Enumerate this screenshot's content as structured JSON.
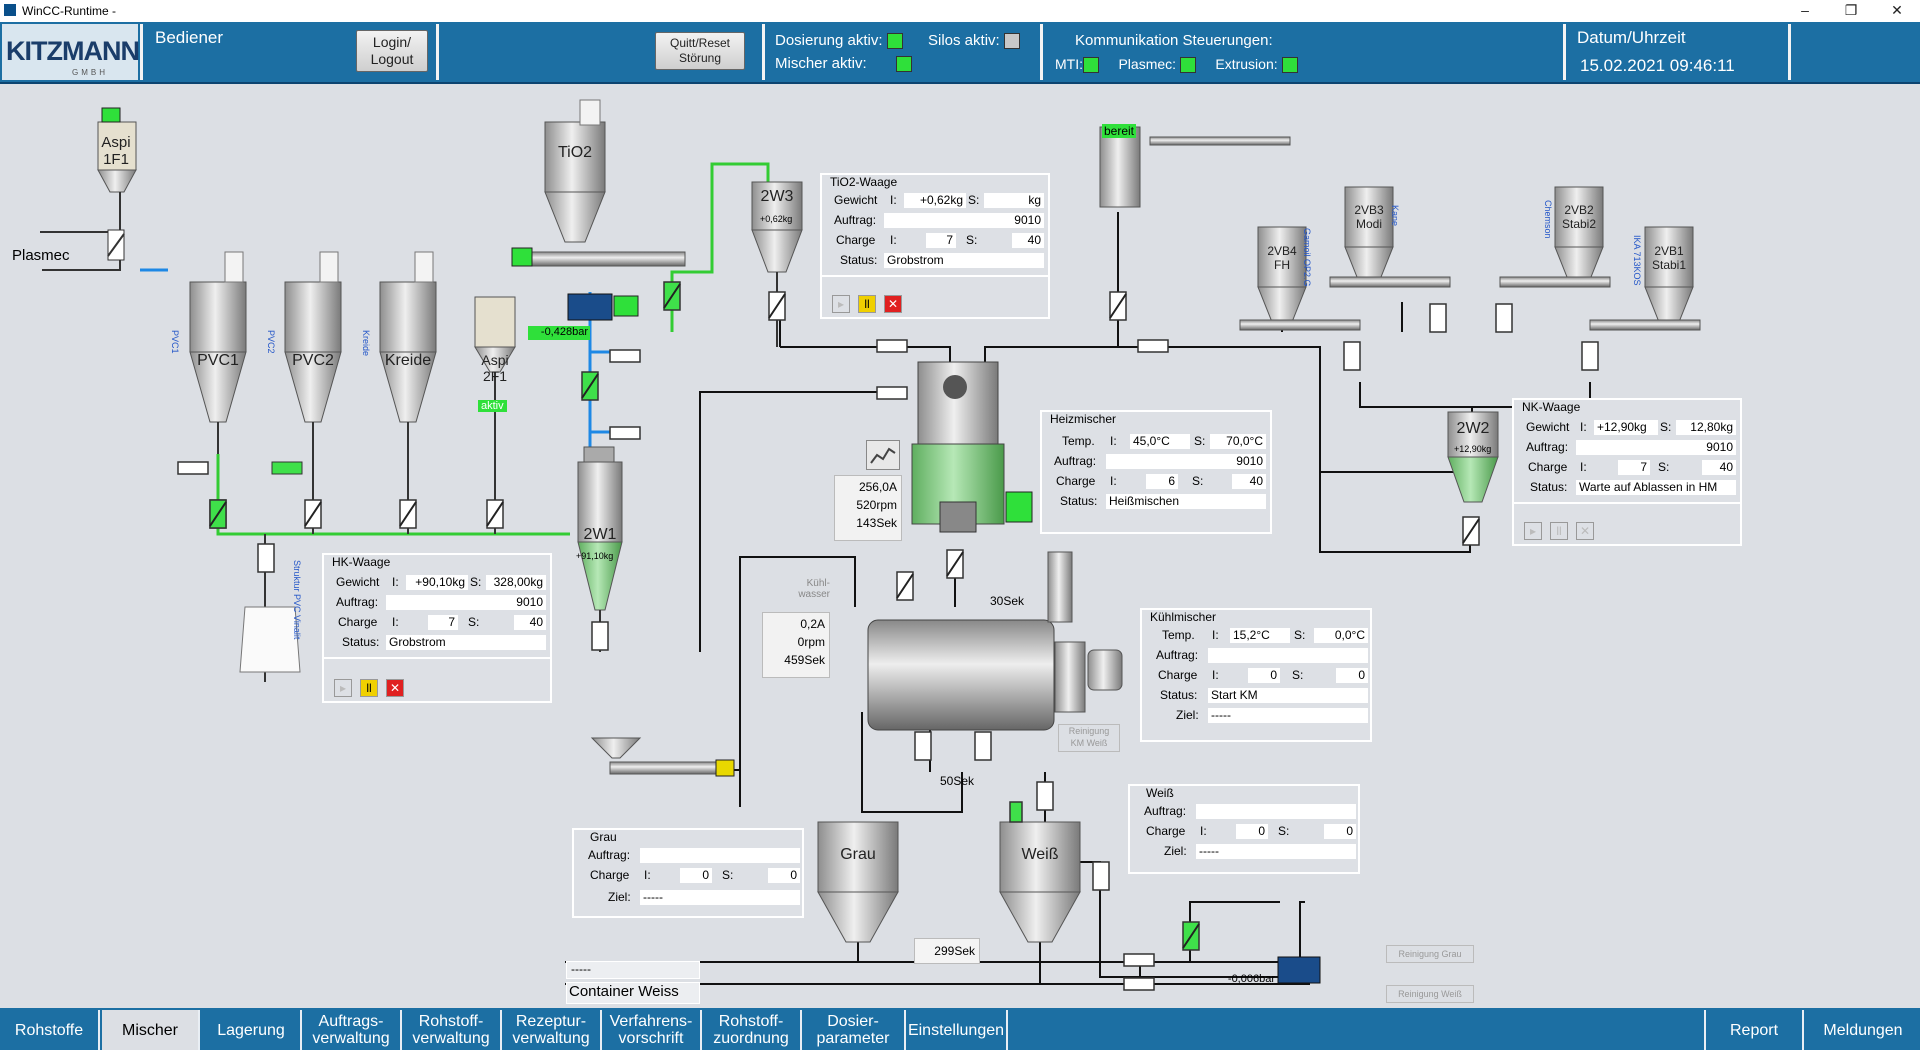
{
  "window": {
    "title": "WinCC-Runtime -",
    "min": "–",
    "restore": "❐",
    "close": "✕"
  },
  "header": {
    "logo": "KITZMANN",
    "logo_sub": "GMBH",
    "user": "Bediener",
    "login_button": "Login/\nLogout",
    "quitt_button": "Quitt/Reset\nStörung",
    "dosierung_label": "Dosierung aktiv:",
    "mischer_label": "Mischer aktiv:",
    "silos_label": "Silos aktiv:",
    "komm_title": "Kommunikation Steuerungen:",
    "mti": "MTI:",
    "plasmec": "Plasmec:",
    "extrusion": "Extrusion:",
    "datetime_title": "Datum/Uhrzeit",
    "datetime": "15.02.2021 09:46:11"
  },
  "plant": {
    "aspi1": "Aspi\n1F1",
    "aspi2": "Aspi\n2F1",
    "aspi2_state": "aktiv",
    "plasmec": "Plasmec",
    "tio2": "TiO2",
    "pvc1": "PVC1",
    "pvc2": "PVC2",
    "kreide": "Kreide",
    "pvc1_v": "PVC1",
    "pvc2_v": "PVC2",
    "kreide_v": "Kreide",
    "struktur": "Struktur PVC Vinalit",
    "scale_2w1": "2W1",
    "scale_2w1_val": "+91,10kg",
    "scale_2w3": "2W3",
    "scale_2w3_val": "+0,62kg",
    "scale_2w2": "2W2",
    "scale_2w2_val": "+12,90kg",
    "pressure1": "-0,428bar",
    "pressure2": "-0,006bar",
    "bereit": "bereit",
    "vb4": "2VB4\nFH",
    "vb3": "2VB3\nModi",
    "vb2": "2VB2\nStabi2",
    "vb1": "2VB1\nStabi1",
    "gamoil": "Gamoil OP2.G",
    "kane": "Kane",
    "chemson": "Chemson",
    "ika": "IKA 713KOS",
    "heizmischer_vals": [
      "256,0A",
      "520rpm",
      "143Sek"
    ],
    "kuehl_vals": [
      "0,2A",
      "0rpm",
      "459Sek"
    ],
    "kuehlwasser": "Kühl-\nwasser",
    "t30": "30Sek",
    "t50": "50Sek",
    "t299": "299Sek",
    "grau": "Grau",
    "weiss": "Weiß",
    "reinigung_km": "Reinigung\nKM Weiß",
    "reinigung_grau": "Reinigung Grau",
    "reinigung_weiss": "Reinigung Weiß",
    "container_top": "-----",
    "container": "Container Weiss"
  },
  "hk": {
    "title": "HK-Waage",
    "gewicht": "Gewicht",
    "i": "I:",
    "s": "S:",
    "gi": "+90,10kg",
    "gs": "328,00kg",
    "auftrag": "Auftrag:",
    "auftrag_v": "9010",
    "charge": "Charge",
    "ci": "7",
    "cs": "40",
    "status": "Status:",
    "status_v": "Grobstrom"
  },
  "tio2w": {
    "title": "TiO2-Waage",
    "gewicht": "Gewicht",
    "i": "I:",
    "s": "S:",
    "gi": "+0,62kg",
    "gs": "kg",
    "auftrag": "Auftrag:",
    "auftrag_v": "9010",
    "charge": "Charge",
    "ci": "7",
    "cs": "40",
    "status": "Status:",
    "status_v": "Grobstrom"
  },
  "nk": {
    "title": "NK-Waage",
    "gewicht": "Gewicht",
    "i": "I:",
    "s": "S:",
    "gi": "+12,90kg",
    "gs": "12,80kg",
    "auftrag": "Auftrag:",
    "auftrag_v": "9010",
    "charge": "Charge",
    "ci": "7",
    "cs": "40",
    "status": "Status:",
    "status_v": "Warte auf Ablassen in HM"
  },
  "heiz": {
    "title": "Heizmischer",
    "temp": "Temp.",
    "i": "I:",
    "s": "S:",
    "ti": "45,0°C",
    "ts": "70,0°C",
    "auftrag": "Auftrag:",
    "auftrag_v": "9010",
    "charge": "Charge",
    "ci": "6",
    "cs": "40",
    "status": "Status:",
    "status_v": "Heißmischen"
  },
  "kuehl": {
    "title": "Kühlmischer",
    "temp": "Temp.",
    "i": "I:",
    "s": "S:",
    "ti": "15,2°C",
    "ts": "0,0°C",
    "auftrag": "Auftrag:",
    "auftrag_v": "",
    "charge": "Charge",
    "ci": "0",
    "cs": "0",
    "status": "Status:",
    "status_v": "Start KM",
    "ziel": "Ziel:",
    "ziel_v": "-----"
  },
  "grauP": {
    "title": "Grau",
    "auftrag": "Auftrag:",
    "auftrag_v": "",
    "charge": "Charge",
    "i": "I:",
    "s": "S:",
    "ci": "0",
    "cs": "0",
    "ziel": "Ziel:",
    "ziel_v": "-----"
  },
  "weissP": {
    "title": "Weiß",
    "auftrag": "Auftrag:",
    "auftrag_v": "",
    "charge": "Charge",
    "i": "I:",
    "s": "S:",
    "ci": "0",
    "cs": "0",
    "ziel": "Ziel:",
    "ziel_v": "-----"
  },
  "nav": {
    "tabs": [
      "Rohstoffe",
      "Mischer",
      "Lagerung",
      "Auftrags-\nverwaltung",
      "Rohstoff-\nverwaltung",
      "Rezeptur-\nverwaltung",
      "Verfahrens-\nvorschrift",
      "Rohstoff-\nzuordnung",
      "Dosier-\nparameter",
      "Einstellungen"
    ],
    "report": "Report",
    "meldungen": "Meldungen"
  },
  "colors": {
    "header": "#1c6fa3",
    "led_on": "#2fe03a",
    "pipe_green": "#33cc33",
    "pipe_black": "#111111",
    "pipe_blue": "#1e88e5"
  }
}
